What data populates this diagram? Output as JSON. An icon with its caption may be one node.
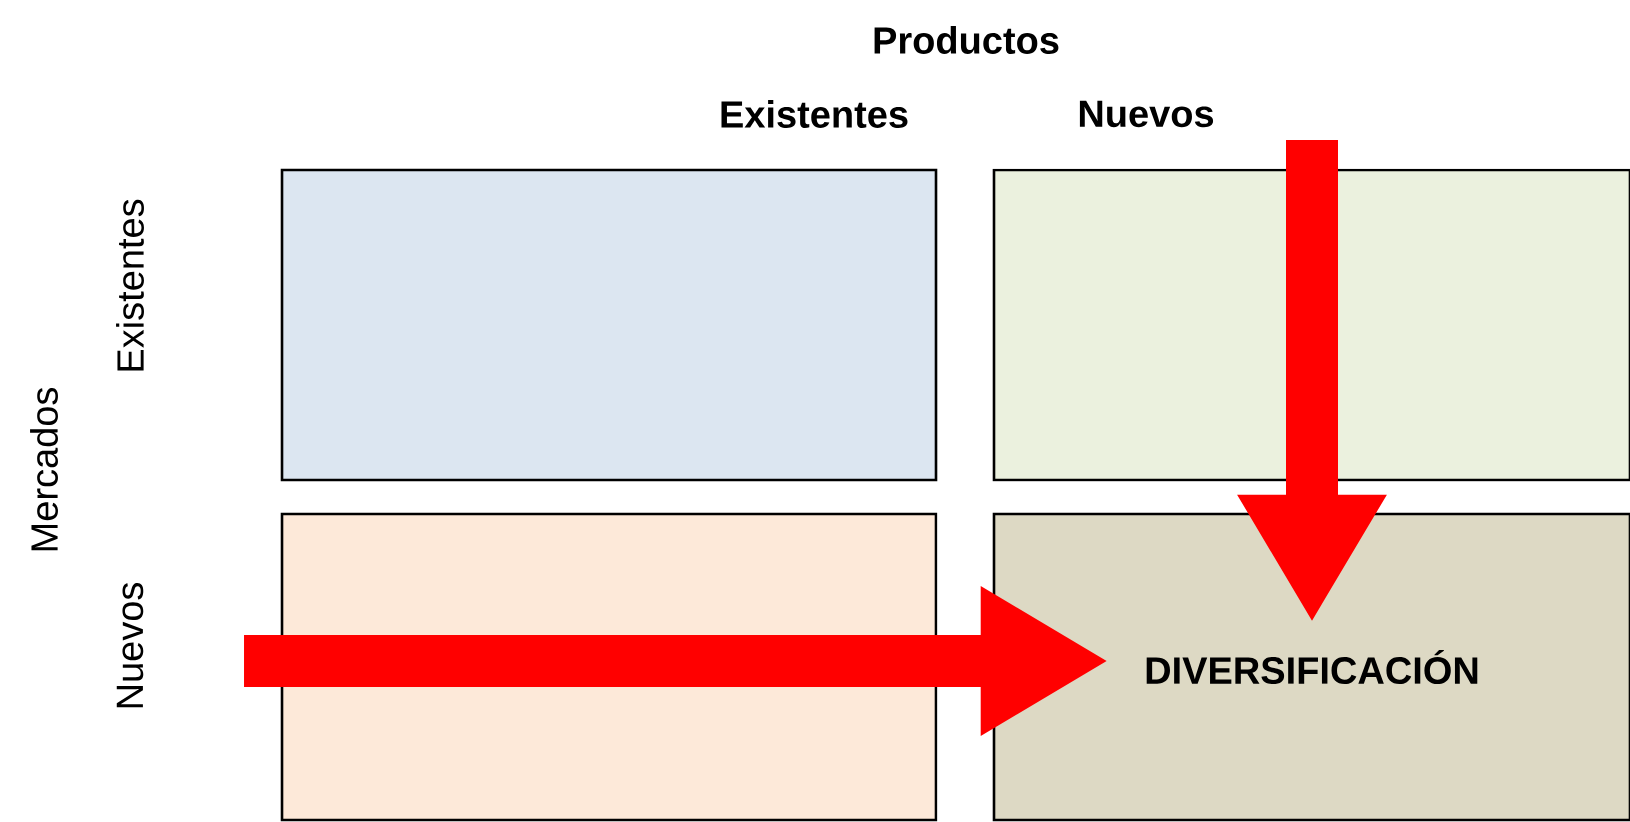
{
  "diagram": {
    "nodes": [
      {
        "text": [],
        "shape": "box"
      },
      {
        "text": [],
        "shape": "box"
      },
      {
        "text": [],
        "shape": "box"
      },
      {
        "text": [
          "DIVERSIFICACIÓN"
        ]
      }
    ],
    "edges": [
      {
        "from": null,
        "to": 3,
        "arrow": "to"
      },
      {
        "from": null,
        "to": 3,
        "arrow": "to"
      }
    ],
    "labels": [
      "Productos",
      "Existentes",
      "Nuevos",
      "Mercados",
      "Existentes",
      "Nuevos"
    ]
  }
}
